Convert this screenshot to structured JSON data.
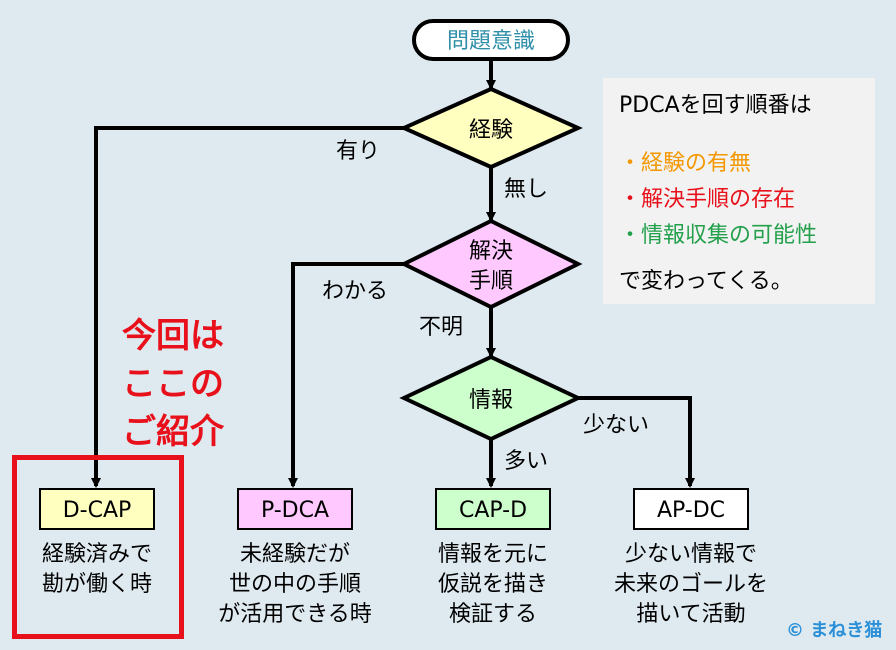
{
  "start": "問題意識",
  "decisions": {
    "experience": "経験",
    "solution_line1": "解決",
    "solution_line2": "手順",
    "info": "情報"
  },
  "edges": {
    "yes": "有り",
    "none": "無し",
    "known": "わかる",
    "unknown": "不明",
    "many": "多い",
    "few": "少ない"
  },
  "outcomes": [
    {
      "label": "D-CAP",
      "fill": "#ffffc0",
      "desc": [
        "経験済みで",
        "勘が働く時"
      ]
    },
    {
      "label": "P-DCA",
      "fill": "#ffc8ff",
      "desc": [
        "未経験だが",
        "世の中の手順",
        "が活用できる時"
      ]
    },
    {
      "label": "CAP-D",
      "fill": "#ccffcc",
      "desc": [
        "情報を元に",
        "仮説を描き",
        "検証する"
      ]
    },
    {
      "label": "AP-DC",
      "fill": "#ffffff",
      "desc": [
        "少ない情報で",
        "未来のゴールを",
        "描いて活動"
      ]
    }
  ],
  "note": {
    "title": "PDCAを回す順番は",
    "items": [
      {
        "text": "・経験の有無",
        "color": "#f39800"
      },
      {
        "text": "・解決手順の存在",
        "color": "#e8101a"
      },
      {
        "text": "・情報収集の可能性",
        "color": "#22a04b"
      }
    ],
    "footer": "で変わってくる。"
  },
  "callout": [
    "今回は",
    "ここの",
    "ご紹介"
  ],
  "copyright": "© まねき猫",
  "colors": {
    "background": "#dfeaf0",
    "start_text": "#2e8fa8",
    "experience_fill": "#ffffc0",
    "solution_fill": "#ffc8ff",
    "info_fill": "#ccffcc",
    "highlight": "#e8101a"
  }
}
